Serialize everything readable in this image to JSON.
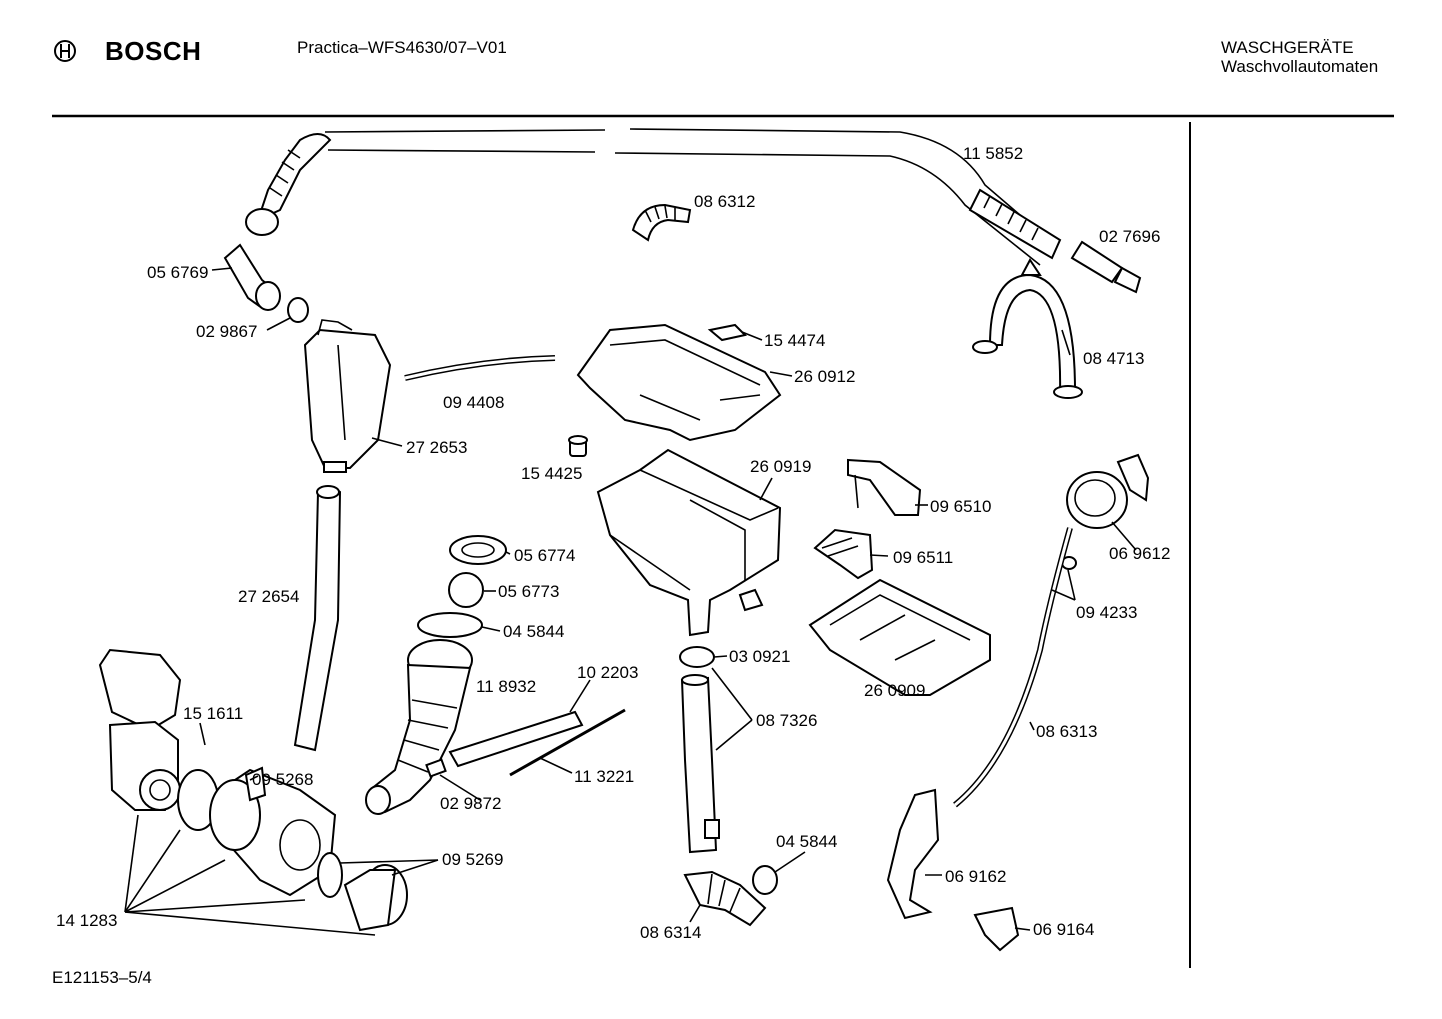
{
  "header": {
    "brand": "BOSCH",
    "model": "Practica–WFS4630/07–V01",
    "category_line1": "WASCHGERÄTE",
    "category_line2": "Waschvollautomaten"
  },
  "footer": {
    "doc_id": "E121153–5/4"
  },
  "parts": [
    "11 5852",
    "08 6312",
    "02 7696",
    "05 6769",
    "02 9867",
    "15 4474",
    "26 0912",
    "08 4713",
    "09 4408",
    "27 2653",
    "15 4425",
    "26 0919",
    "09 6510",
    "06 9612",
    "05 6774",
    "09 6511",
    "05 6773",
    "09 4233",
    "27 2654",
    "04 5844",
    "03 0921",
    "10 2203",
    "26 0909",
    "11 8932",
    "08 7326",
    "15 1611",
    "08 6313",
    "09 5268",
    "11 3221",
    "02 9872",
    "04 5844",
    "09 5269",
    "06 9162",
    "14 1283",
    "06 9164",
    "08 6314"
  ]
}
